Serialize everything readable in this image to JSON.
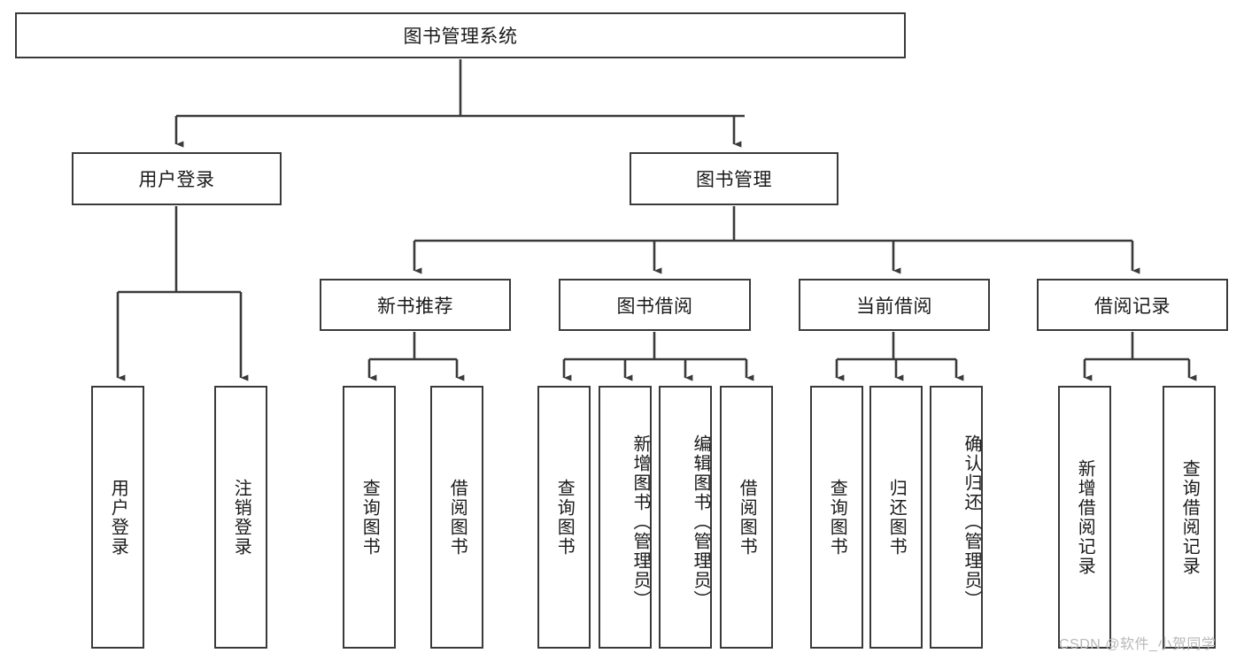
{
  "diagram": {
    "type": "tree-hierarchy-chart",
    "title": "图书管理系统",
    "stroke_color": "#3a3a3a",
    "background_color": "#ffffff",
    "text_color": "#1a1a1a",
    "levels": {
      "root": {
        "label": "图书管理系统"
      },
      "level2": [
        {
          "id": "user-login",
          "label": "用户登录"
        },
        {
          "id": "book-management",
          "label": "图书管理"
        }
      ],
      "level3": [
        {
          "id": "new-book-recommend",
          "label": "新书推荐",
          "parent": "book-management"
        },
        {
          "id": "book-borrow",
          "label": "图书借阅",
          "parent": "book-management"
        },
        {
          "id": "current-borrow",
          "label": "当前借阅",
          "parent": "book-management"
        },
        {
          "id": "borrow-record",
          "label": "借阅记录",
          "parent": "book-management"
        }
      ],
      "leaves": [
        {
          "id": "leaf-user-login",
          "label": "用户登录",
          "parent": "user-login"
        },
        {
          "id": "leaf-logout-login",
          "label": "注销登录",
          "parent": "user-login"
        },
        {
          "id": "leaf-query-book-1",
          "label": "查询图书",
          "parent": "new-book-recommend"
        },
        {
          "id": "leaf-borrow-book-1",
          "label": "借阅图书",
          "parent": "new-book-recommend"
        },
        {
          "id": "leaf-query-book-2",
          "label": "查询图书",
          "parent": "book-borrow"
        },
        {
          "id": "leaf-add-book",
          "label": "新增图书（管理员）",
          "parent": "book-borrow"
        },
        {
          "id": "leaf-edit-book",
          "label": "编辑图书（管理员）",
          "parent": "book-borrow"
        },
        {
          "id": "leaf-borrow-book-2",
          "label": "借阅图书",
          "parent": "book-borrow"
        },
        {
          "id": "leaf-query-book-3",
          "label": "查询图书",
          "parent": "current-borrow"
        },
        {
          "id": "leaf-return-book",
          "label": "归还图书",
          "parent": "current-borrow"
        },
        {
          "id": "leaf-confirm-return",
          "label": "确认归还（管理员）",
          "parent": "current-borrow"
        },
        {
          "id": "leaf-add-record",
          "label": "新增借阅记录",
          "parent": "borrow-record"
        },
        {
          "id": "leaf-query-record",
          "label": "查询借阅记录",
          "parent": "borrow-record"
        }
      ]
    }
  },
  "watermark": {
    "text": "CSDN @软件_小贺同学"
  }
}
